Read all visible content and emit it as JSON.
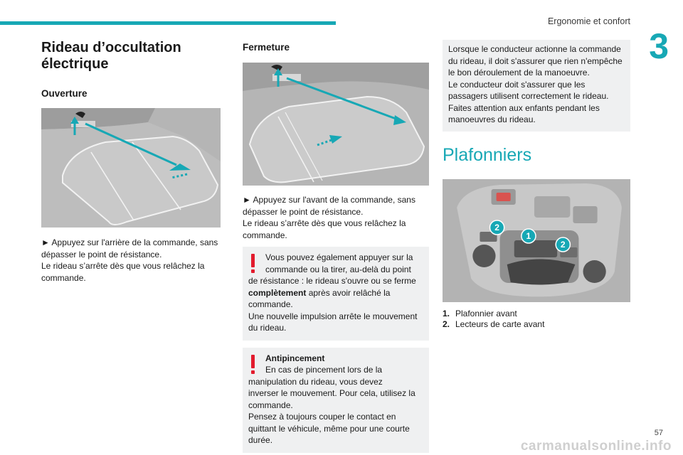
{
  "header": {
    "title": "Ergonomie et confort",
    "chapter": "3"
  },
  "page_number": "57",
  "watermark": "carmanualsonline.info",
  "col1": {
    "title_line1": "Rideau d’occultation",
    "title_line2": "électrique",
    "subtitle": "Ouverture",
    "text_line1": "► Appuyez sur l'arrière de la commande, sans",
    "text_line2": "dépasser le point de résistance.",
    "text_line3": "Le rideau s’arrête dès que vous relâchez la",
    "text_line4": "commande."
  },
  "col2": {
    "subtitle": "Fermeture",
    "text_line1": "► Appuyez sur l'avant de la commande, sans",
    "text_line2": "dépasser le point de résistance.",
    "text_line3": "Le rideau s’arrête dès que vous relâchez la",
    "text_line4": "commande.",
    "warn1": {
      "l1": "Vous pouvez également appuyer sur la",
      "l2": "commande ou la tirer, au-delà du point",
      "l3": "de résistance : le rideau s'ouvre ou se ferme",
      "l4_bold": "complètement",
      "l4_rest": " après avoir relâché la",
      "l5": "commande.",
      "l6": "Une nouvelle impulsion arrête le mouvement",
      "l7": "du rideau."
    },
    "warn2": {
      "title": "Antipincement",
      "l1": "En cas de pincement lors de la",
      "l2": "manipulation du rideau, vous devez",
      "l3": "inverser le mouvement. Pour cela, utilisez la",
      "l4": "commande.",
      "l5": "Pensez à toujours couper le contact en",
      "l6": "quittant le véhicule, même pour une courte",
      "l7": "durée."
    }
  },
  "col3": {
    "info": {
      "l1": "Lorsque le conducteur actionne la commande",
      "l2": "du rideau, il doit s'assurer que rien n'empêche",
      "l3": "le bon déroulement de la manoeuvre.",
      "l4": "Le conducteur doit s'assurer que les",
      "l5": "passagers utilisent correctement le rideau.",
      "l6": "Faites attention aux enfants pendant les",
      "l7": "manoeuvres du rideau."
    },
    "title": "Plafonniers",
    "legend": [
      {
        "num": "1.",
        "label": "Plafonnier avant"
      },
      {
        "num": "2.",
        "label": "Lecteurs de carte avant"
      }
    ],
    "callout_1": "1",
    "callout_2": "2"
  },
  "colors": {
    "accent": "#17a8b5",
    "warning": "#e21b2d",
    "box_bg": "#eff0f1"
  }
}
